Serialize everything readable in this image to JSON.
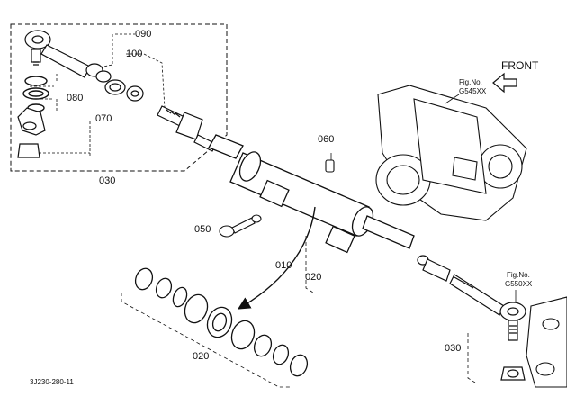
{
  "labels": {
    "p090": "090",
    "p100": "100",
    "p080": "080",
    "p070": "070",
    "p030_top": "030",
    "p060": "060",
    "p050": "050",
    "p010": "010",
    "p020_mid": "020",
    "p020_low": "020",
    "p030_right": "030"
  },
  "fig_refs": {
    "top_caption": "Fig.No.",
    "top_number": "G545XX",
    "right_caption": "Fig.No.",
    "right_number": "G550XX"
  },
  "direction_label": "FRONT",
  "drawing_code": "3J230-280-11"
}
